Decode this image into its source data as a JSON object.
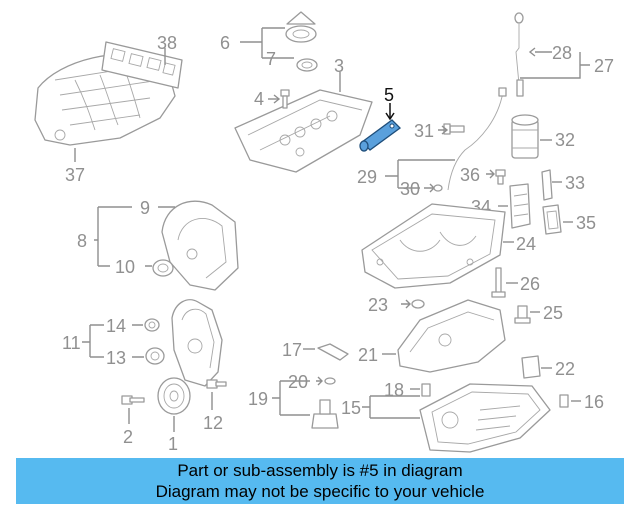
{
  "highlight_color": "#5aa0dc",
  "banner_color": "#56baf0",
  "highlighted_part": "5",
  "banner": {
    "line1": "Part or sub-assembly is #5 in diagram",
    "line2": "Diagram may not be specific to your vehicle"
  },
  "callouts": {
    "c1": "1",
    "c2": "2",
    "c3": "3",
    "c4": "4",
    "c5": "5",
    "c6": "6",
    "c7": "7",
    "c8": "8",
    "c9": "9",
    "c10": "10",
    "c11": "11",
    "c12": "12",
    "c13": "13",
    "c14": "14",
    "c15": "15",
    "c16": "16",
    "c17": "17",
    "c18": "18",
    "c19": "19",
    "c20": "20",
    "c21": "21",
    "c22": "22",
    "c23": "23",
    "c24": "24",
    "c25": "25",
    "c26": "26",
    "c27": "27",
    "c28": "28",
    "c29": "29",
    "c30": "30",
    "c31": "31",
    "c32": "32",
    "c33": "33",
    "c34": "34",
    "c35": "35",
    "c36": "36",
    "c37": "37",
    "c38": "38"
  }
}
